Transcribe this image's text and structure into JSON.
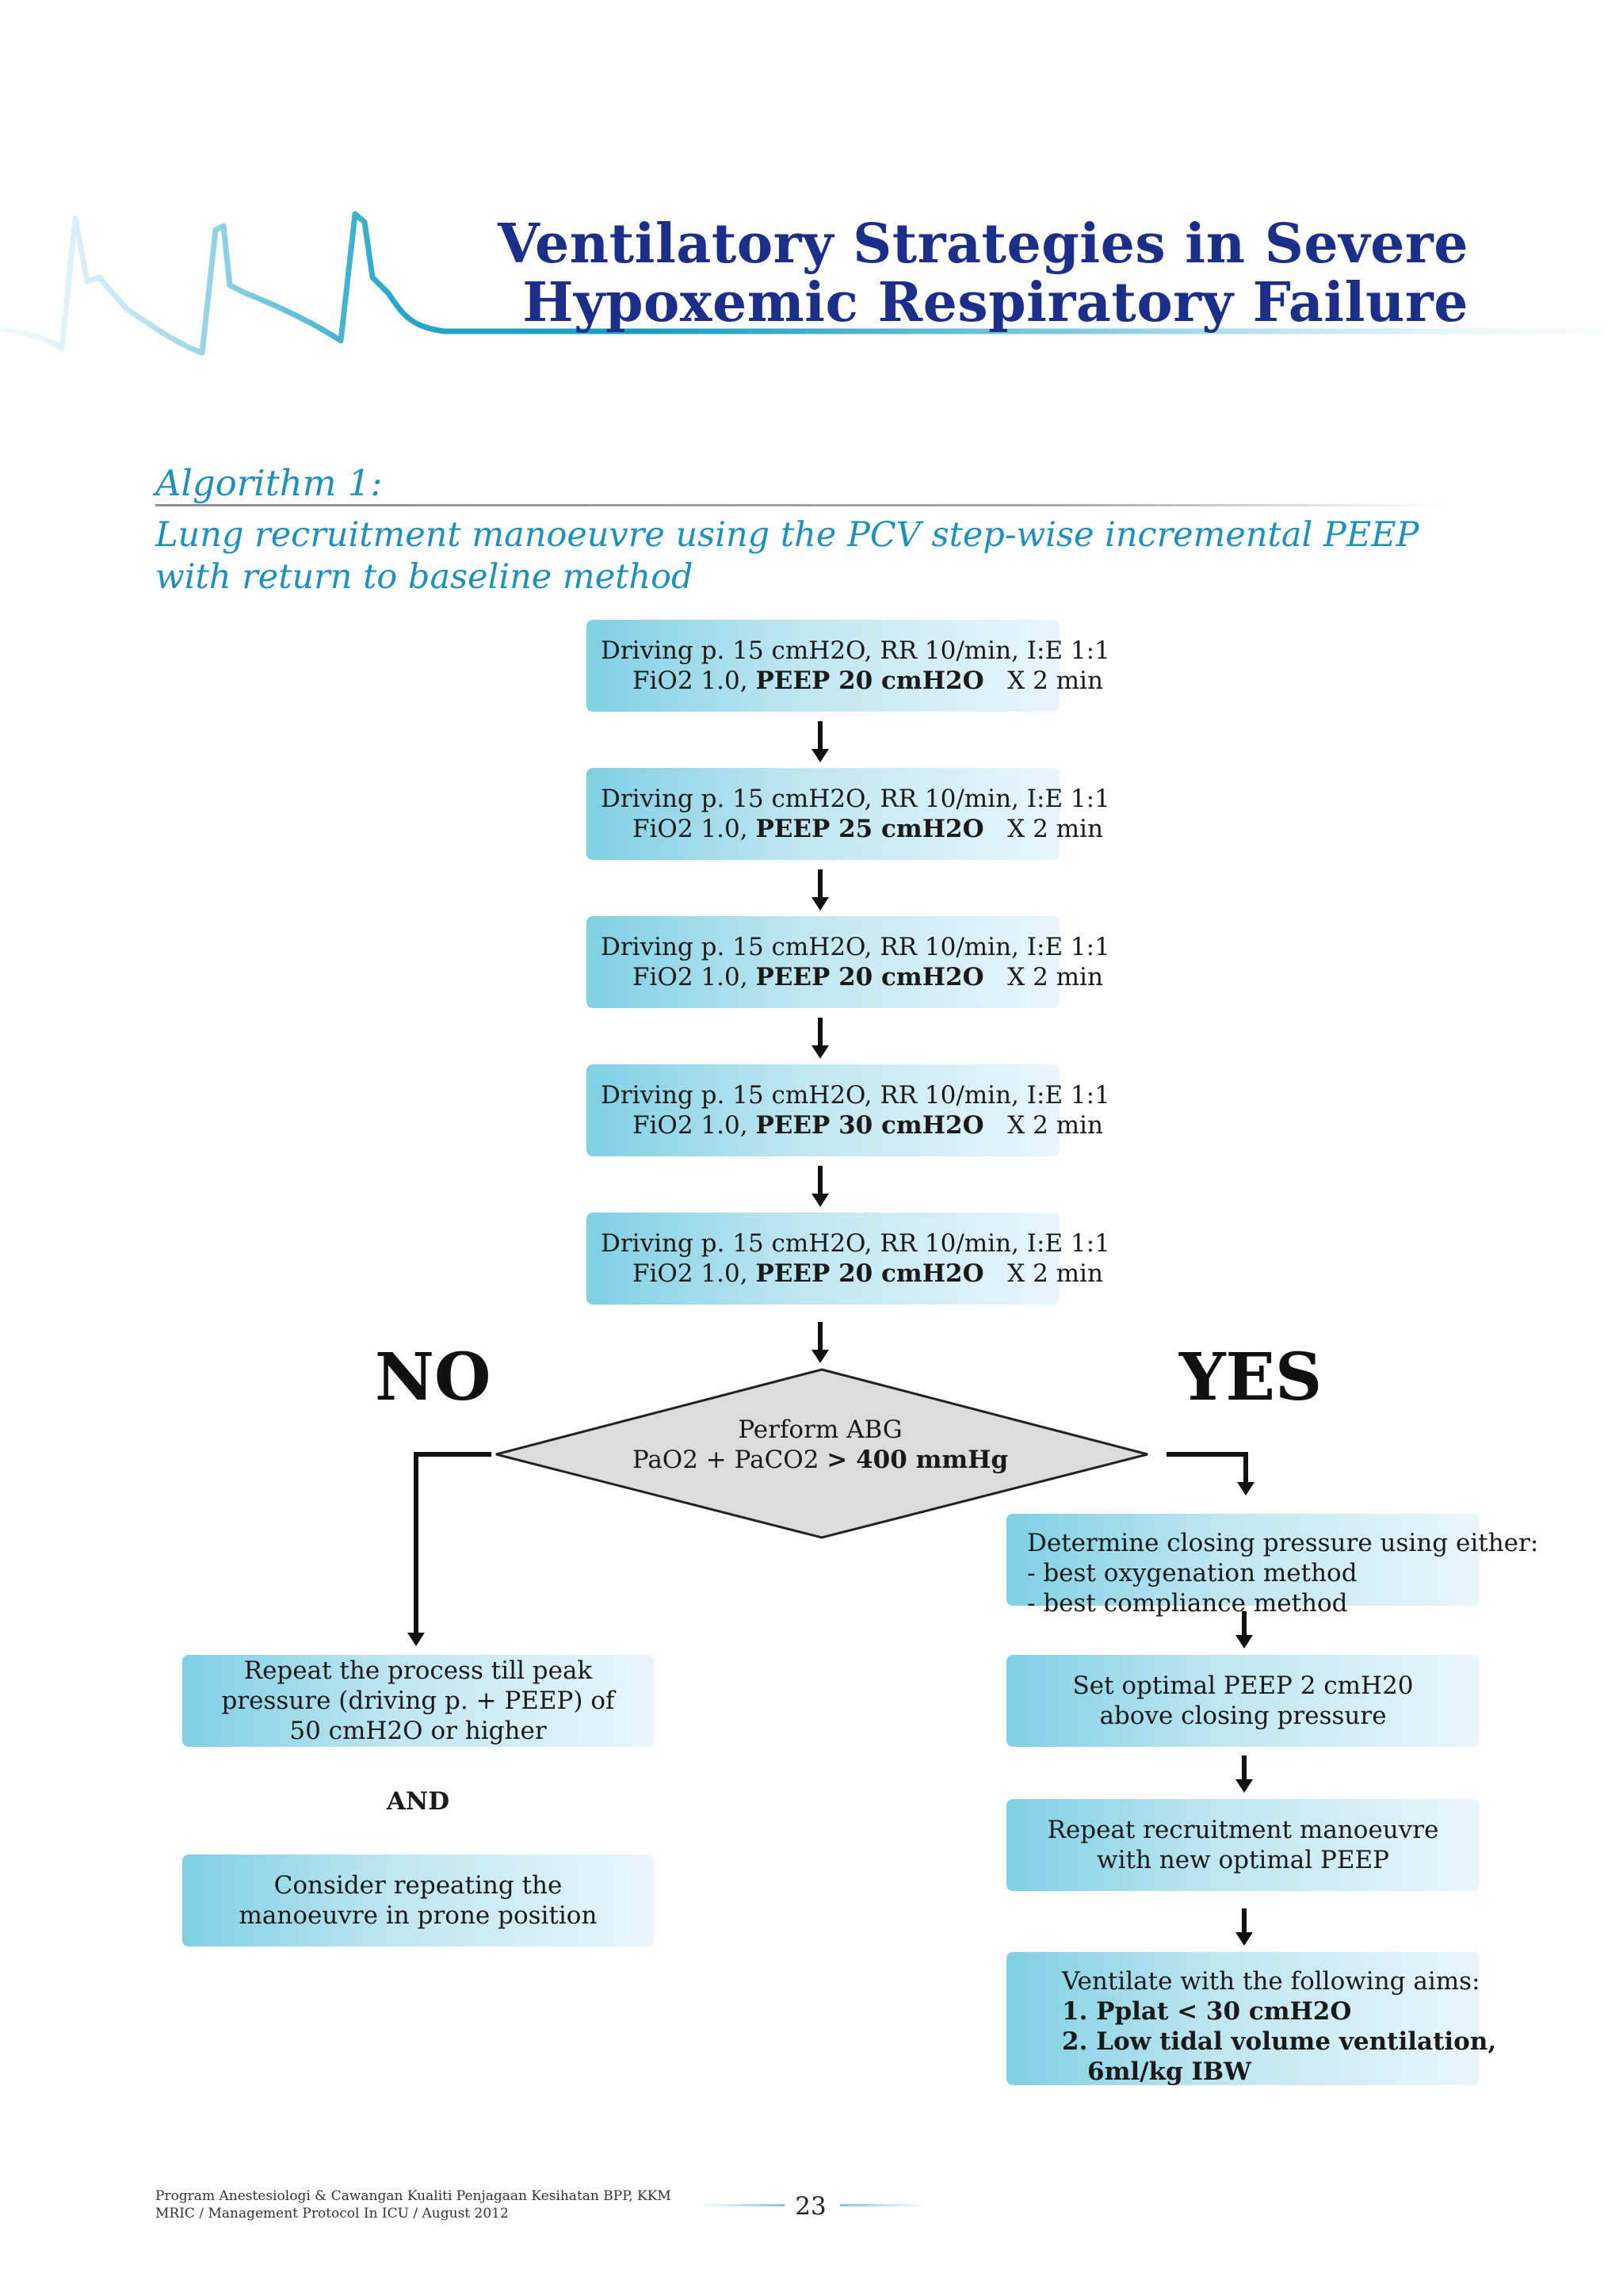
{
  "header": {
    "title_line1": "Ventilatory Strategies in Severe",
    "title_line2": "Hypoxemic Respiratory Failure"
  },
  "algorithm": {
    "label": "Algorithm 1:",
    "subtitle_line1": "Lung recruitment manoeuvre using the PCV step-wise incremental PEEP",
    "subtitle_line2": "with return to baseline method"
  },
  "steps": [
    {
      "line1": "Driving p. 15 cmH2O, RR 10/min, I:E  1:1",
      "line2_a": "FiO2 1.0,",
      "line2_peep": "PEEP 20 cmH2O",
      "line2_b": "X 2 min"
    },
    {
      "line1": "Driving p. 15 cmH2O, RR 10/min, I:E  1:1",
      "line2_a": "FiO2 1.0,",
      "line2_peep": "PEEP 25 cmH2O",
      "line2_b": "X 2 min"
    },
    {
      "line1": "Driving p. 15 cmH2O, RR 10/min, I:E  1:1",
      "line2_a": "FiO2 1.0,",
      "line2_peep": "PEEP 20 cmH2O",
      "line2_b": "X 2 min"
    },
    {
      "line1": "Driving p. 15 cmH2O, RR 10/min, I:E  1:1",
      "line2_a": "FiO2 1.0,",
      "line2_peep": "PEEP 30 cmH2O",
      "line2_b": "X 2 min"
    },
    {
      "line1": "Driving p. 15 cmH2O, RR 10/min, I:E  1:1",
      "line2_a": "FiO2 1.0,",
      "line2_peep": "PEEP 20 cmH2O",
      "line2_b": "X 2 min"
    }
  ],
  "decision": {
    "line1": "Perform ABG",
    "line2_a": "PaO2 + PaCO2",
    "line2_b": "> 400 mmHg",
    "no_label": "NO",
    "yes_label": "YES"
  },
  "no_branch": {
    "repeat_text": [
      "Repeat the process till peak",
      "pressure (driving p. + PEEP) of",
      "50 cmH2O or higher"
    ],
    "and_label": "AND",
    "prone_text": [
      "Consider repeating the",
      "manoeuvre in prone position"
    ]
  },
  "yes_branch": {
    "closing_text": [
      "Determine closing pressure using either:",
      "- best oxygenation method",
      "- best compliance method"
    ],
    "optimal_text": [
      "Set optimal PEEP 2 cmH20",
      "above closing pressure"
    ],
    "repeat_text": [
      "Repeat recruitment manoeuvre",
      "with new optimal PEEP"
    ],
    "ventilate_title": "Ventilate with the following aims:",
    "ventilate_items": [
      "1. Pplat < 30 cmH2O",
      "2. Low tidal volume ventilation,",
      "6ml/kg IBW"
    ]
  },
  "footer": {
    "line1": "Program Anestesiologi & Cawangan Kualiti Penjagaan Kesihatan BPP, KKM",
    "line2": "MRIC / Management Protocol In ICU / August 2012",
    "page_number": "23"
  },
  "colors": {
    "title": "#1c2f88",
    "accent": "#1f8fbc",
    "box_start": "#7fcfe3",
    "box_end": "#e8f6fb",
    "diamond_fill": "#dcdcdc"
  }
}
